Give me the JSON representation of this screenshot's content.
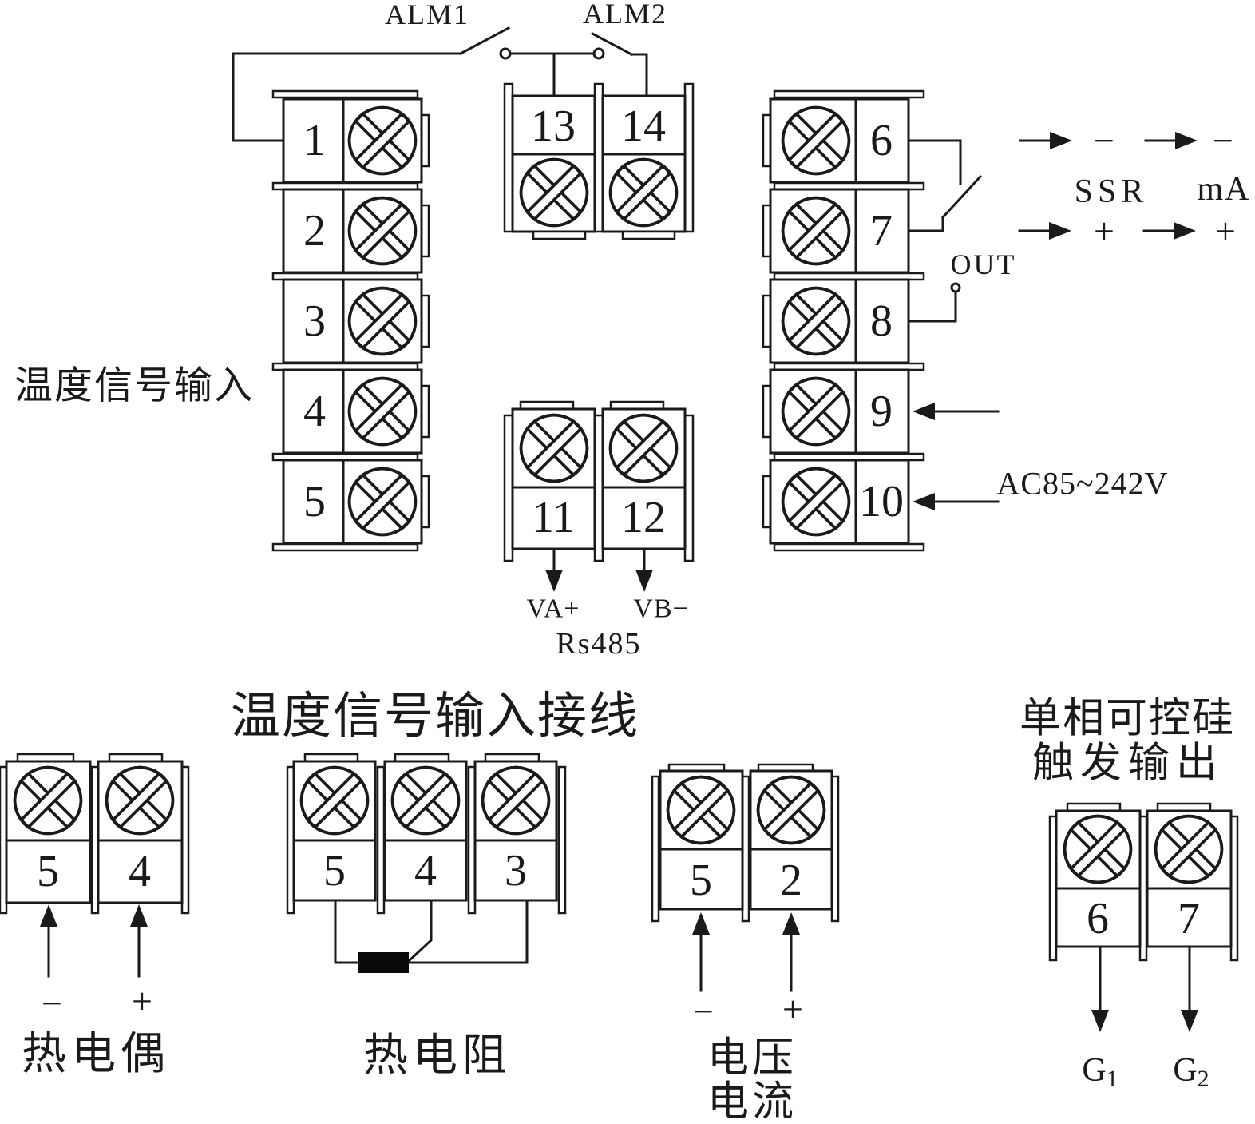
{
  "colors": {
    "ink": "#1a1a1a",
    "background": "#ffffff"
  },
  "top": {
    "alm1": "ALM1",
    "alm2": "ALM2",
    "input_label": "温度信号输入",
    "output": {
      "ssr": "SSR",
      "ma": "mA",
      "out": "OUT",
      "minus": "−",
      "plus": "+",
      "power": "AC85~242V"
    },
    "comm": {
      "va": "VA+",
      "vb": "VB−",
      "bus": "Rs485"
    }
  },
  "bottom": {
    "title": "温度信号输入接线",
    "thermocouple": {
      "label": "热电偶",
      "minus": "−",
      "plus": "+"
    },
    "rtd": {
      "label": "热电阻"
    },
    "voltage_current": {
      "label_line1": "电压",
      "label_line2": "电流",
      "minus": "−",
      "plus": "+"
    },
    "scr": {
      "title_line1": "单相可控硅",
      "title_line2": "触发输出",
      "g1": "G",
      "g1_sub": "1",
      "g2": "G",
      "g2_sub": "2"
    }
  },
  "terminals": {
    "input": [
      "1",
      "2",
      "3",
      "4",
      "5"
    ],
    "alarm": [
      "13",
      "14"
    ],
    "rs485": [
      "11",
      "12"
    ],
    "output": [
      "6",
      "7",
      "8",
      "9",
      "10"
    ],
    "thermocouple": [
      "5",
      "4"
    ],
    "rtd": [
      "5",
      "4",
      "3"
    ],
    "voltage_current": [
      "5",
      "2"
    ],
    "scr": [
      "6",
      "7"
    ]
  }
}
